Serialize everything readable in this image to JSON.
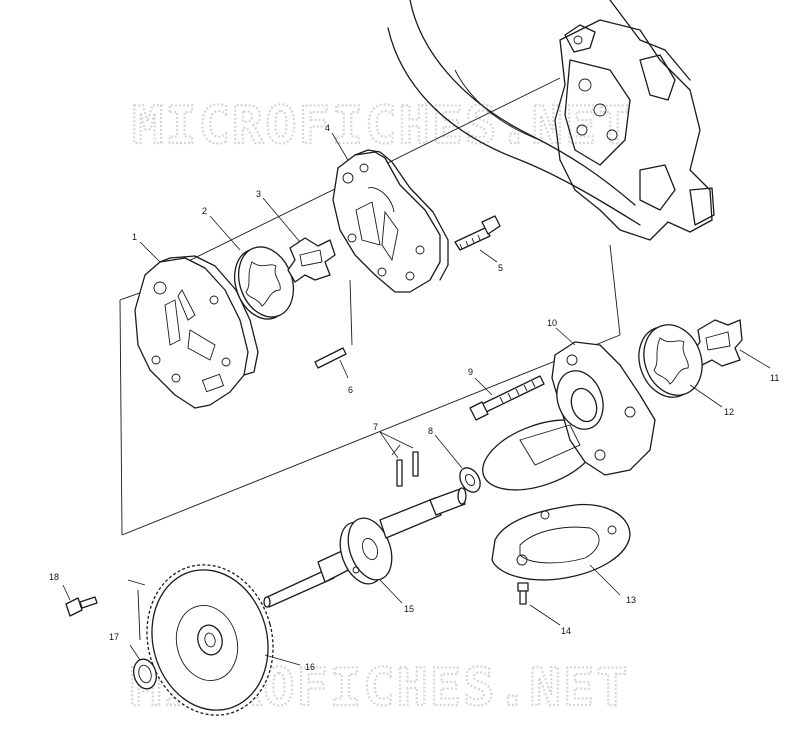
{
  "watermark": {
    "text": "MICROFICHES.NET"
  },
  "callouts": [
    "1",
    "2",
    "3",
    "4",
    "5",
    "6",
    "7",
    "8",
    "9",
    "10",
    "11",
    "12",
    "13",
    "14",
    "15",
    "16",
    "17",
    "18"
  ],
  "colors": {
    "line": "#1a1a1a",
    "background": "#ffffff",
    "watermark": "#d6d6d6"
  }
}
